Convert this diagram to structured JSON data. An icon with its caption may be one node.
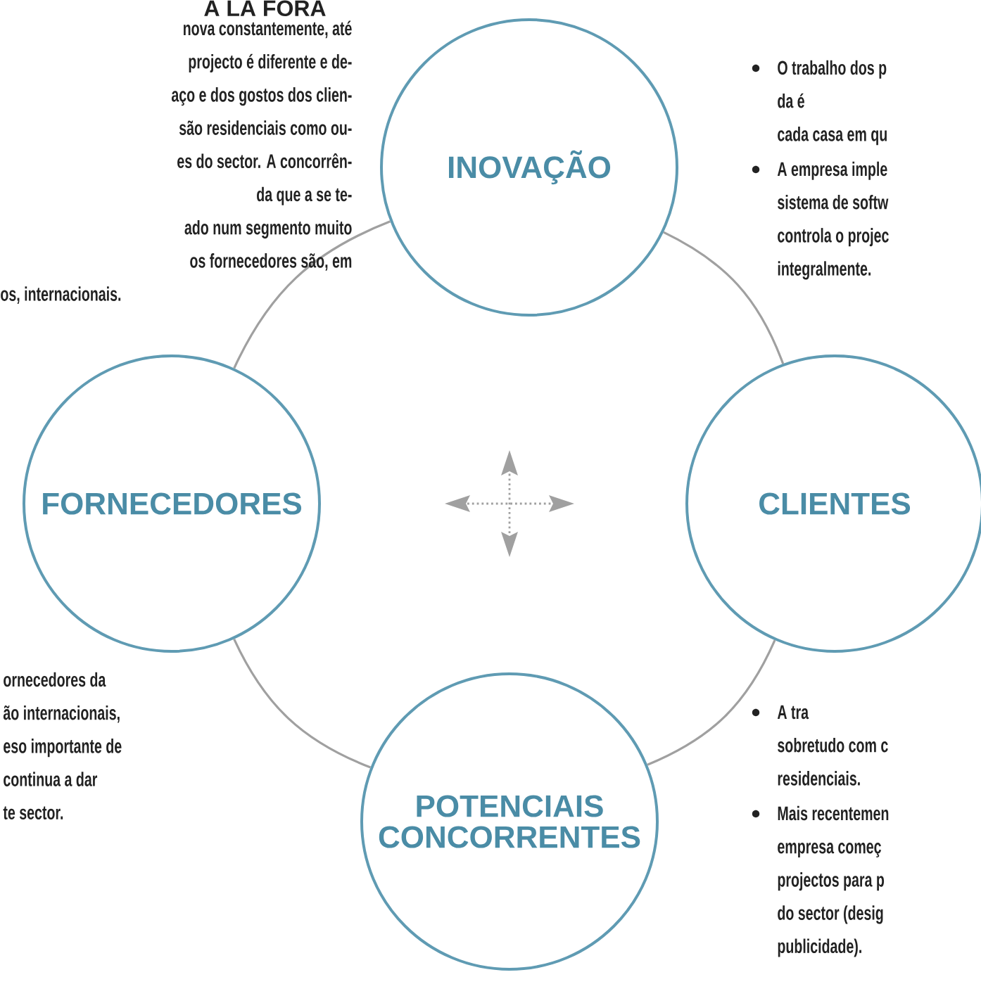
{
  "diagram": {
    "title": "A LA FORA",
    "nodes": [
      {
        "text": [
          "INOVAÇÃO"
        ]
      },
      {
        "text": [
          "FORNECEDORES"
        ]
      },
      {
        "text": [
          "CLIENTES"
        ]
      },
      {
        "text": [
          "POTENCIAIS CONCORRENTES"
        ]
      }
    ],
    "edges": [
      {
        "from": 0,
        "to": 1,
        "arrow": "none"
      },
      {
        "from": 0,
        "to": 2,
        "arrow": "none"
      },
      {
        "from": 1,
        "to": 3,
        "arrow": "none"
      },
      {
        "from": 2,
        "to": 3,
        "arrow": "none"
      }
    ],
    "labels": [
      "nova constantemente, até projecto é diferente e de- aço e dos gostos dos clien- são residenciais como ou- es do sector. A concorrên- da que a se te- ado num segmento muito os fornecedores são, em os, internacionais.",
      "O trabalho dos p da é cada casa em qu",
      "A empresa imple sistema de softw controla o projec integralmente.",
      "ornecedores da ão internacionais, eso importante de continua a dar te sector.",
      "A tra sobretudo com c residenciais.",
      "Mais recentemen empresa começ projectos para p do sector (desig publicidade)."
    ]
  }
}
